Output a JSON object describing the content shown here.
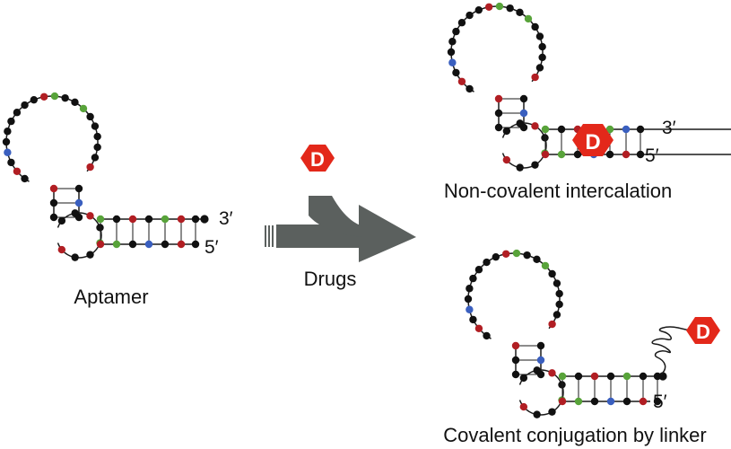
{
  "labels": {
    "aptamer": "Aptamer",
    "drugs": "Drugs",
    "noncovalent": "Non-covalent intercalation",
    "covalent": "Covalent conjugation by linker",
    "drug_symbol": "D",
    "three_prime": "3′",
    "five_prime": "5′"
  },
  "colors": {
    "background": "#ffffff",
    "backbone": "#1a1a1a",
    "nucleotide_black": "#111111",
    "nucleotide_red": "#b11e23",
    "nucleotide_green": "#58a33a",
    "nucleotide_blue": "#3a5fbf",
    "drug_badge": "#e3281a",
    "drug_text": "#ffffff",
    "arrow": "#5b605e"
  }
}
